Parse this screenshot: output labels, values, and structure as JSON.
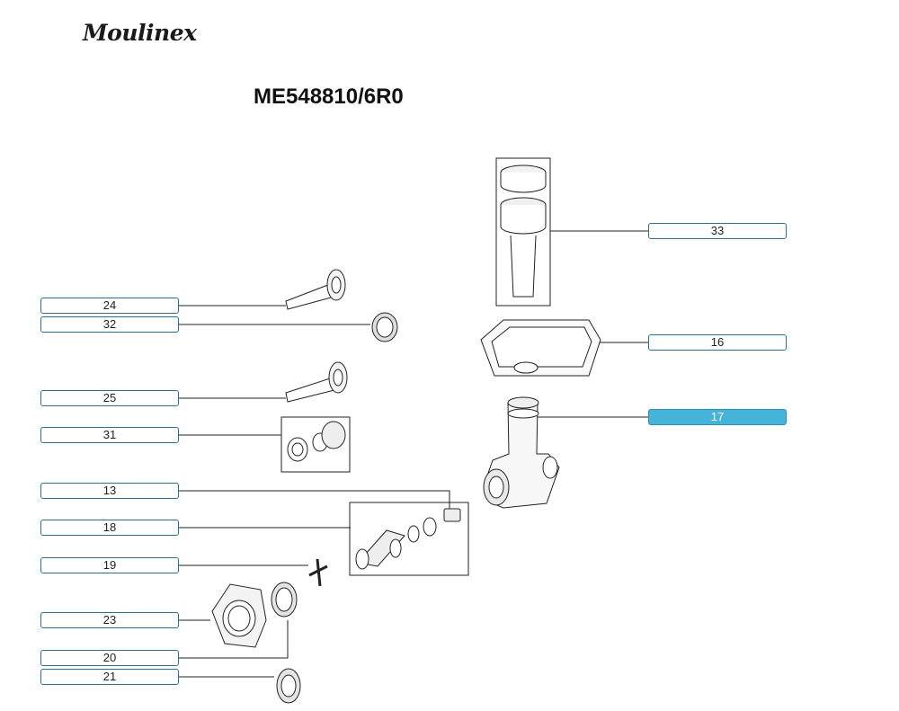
{
  "brand": "Moulinex",
  "model": "ME548810/6R0",
  "colors": {
    "label_border": "#2c6f91",
    "active_fill": "#46b4d8",
    "line": "#222222"
  },
  "labels": [
    {
      "id": "33",
      "text": "33",
      "active": false
    },
    {
      "id": "24",
      "text": "24",
      "active": false
    },
    {
      "id": "32",
      "text": "32",
      "active": false
    },
    {
      "id": "16",
      "text": "16",
      "active": false
    },
    {
      "id": "25",
      "text": "25",
      "active": false
    },
    {
      "id": "17",
      "text": "17",
      "active": true
    },
    {
      "id": "31",
      "text": "31",
      "active": false
    },
    {
      "id": "13",
      "text": "13",
      "active": false
    },
    {
      "id": "18",
      "text": "18",
      "active": false
    },
    {
      "id": "19",
      "text": "19",
      "active": false
    },
    {
      "id": "23",
      "text": "23",
      "active": false
    },
    {
      "id": "20",
      "text": "20",
      "active": false
    },
    {
      "id": "21",
      "text": "21",
      "active": false
    }
  ]
}
